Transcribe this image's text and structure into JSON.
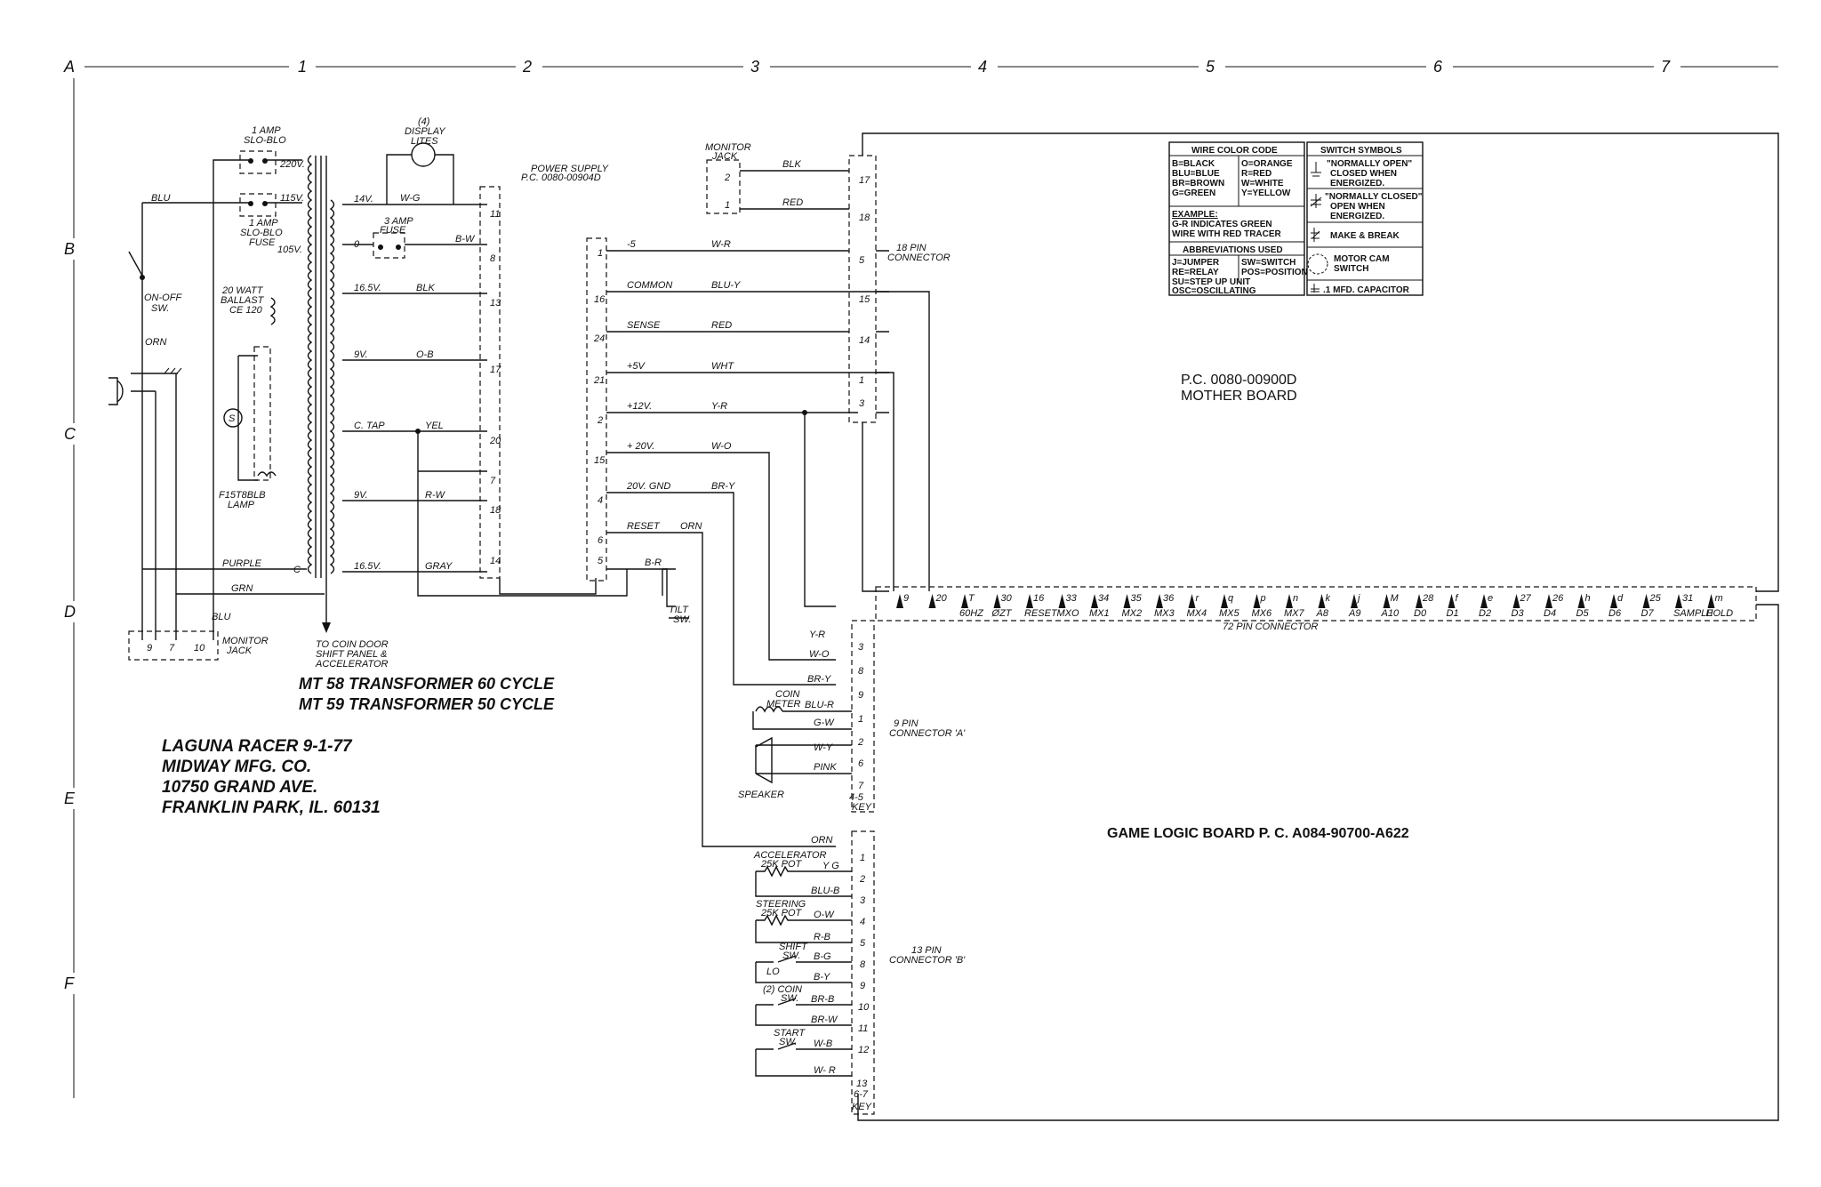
{
  "grid": {
    "columns": [
      "A",
      "1",
      "2",
      "3",
      "4",
      "5",
      "6",
      "7"
    ],
    "rows": [
      "B",
      "C",
      "D",
      "E",
      "F"
    ]
  },
  "credits": {
    "line1": "LAGUNA RACER      9-1-77",
    "line2": "MIDWAY MFG. CO.",
    "line3": "10750 GRAND AVE.",
    "line4": "FRANKLIN PARK, IL. 60131"
  },
  "transformer": {
    "line1": "MT 58  TRANSFORMER    60 CYCLE",
    "line2": "MT 59  TRANSFORMER    50 CYCLE",
    "taps": [
      "220V.",
      "115V.",
      "105V.",
      "14V.",
      "0",
      "16.5V.",
      "9V.",
      "C. TAP",
      "9V.",
      "16.5V.",
      "C"
    ],
    "coin_door_note": [
      "TO COIN DOOR",
      "SHIFT PANEL &",
      "ACCELERATOR"
    ]
  },
  "primary": {
    "fuse1": [
      "1 AMP",
      "SLO-BLO"
    ],
    "fuse2": [
      "1 AMP",
      "SLO-BLO",
      "FUSE"
    ],
    "fuse3": [
      "3 AMP",
      "FUSE"
    ],
    "display": [
      "(4)",
      "DISPLAY",
      "LITES"
    ],
    "switch": [
      "ON-OFF",
      "SW."
    ],
    "ballast": [
      "20 WATT",
      "BALLAST",
      "CE 120"
    ],
    "lamp": [
      "F15T8BLB",
      "LAMP"
    ],
    "wires": [
      "BLU",
      "ORN",
      "PURPLE",
      "GRN",
      "BLU"
    ],
    "starter": "S",
    "monitor_jack": [
      "MONITOR",
      "JACK"
    ],
    "monitor_jack_pins": [
      "9",
      "7",
      "10"
    ]
  },
  "power_supply": {
    "label": [
      "POWER SUPPLY",
      "P.C. 0080-00904D"
    ],
    "left_pins": [
      "11",
      "8",
      "13",
      "17",
      "20",
      "7",
      "18",
      "14"
    ],
    "right_pins": [
      "1",
      "16",
      "24",
      "21",
      "2",
      "15",
      "4",
      "6",
      "5"
    ],
    "wires_in": [
      "W-G",
      "B-W",
      "BLK",
      "O-B",
      "YEL",
      "R-W",
      "GRAY"
    ],
    "signals": [
      "-5",
      "COMMON",
      "SENSE",
      "+5V",
      "+12V.",
      "+ 20V.",
      "20V. GND",
      "RESET"
    ],
    "signal_wires": [
      "W-R",
      "BLU-Y",
      "RED",
      "WHT",
      "Y-R",
      "W-O",
      "BR-Y",
      "ORN",
      "B-R"
    ]
  },
  "monitor": {
    "jack": [
      "MONITOR",
      "JACK"
    ],
    "pins": [
      "2",
      "1"
    ],
    "wires": [
      "BLK",
      "RED"
    ],
    "tilt": [
      "TILT",
      "SW."
    ]
  },
  "connector18": {
    "label": [
      "18 PIN",
      "CONNECTOR"
    ],
    "pins": [
      "17",
      "18",
      "5",
      "15",
      "14",
      "1",
      "3"
    ]
  },
  "connector72": {
    "label": "72 PIN CONNECTOR",
    "pins": [
      "9",
      "20",
      "T",
      "30",
      "16",
      "33",
      "34",
      "35",
      "36",
      "r",
      "q",
      "p",
      "n",
      "k",
      "j",
      "M",
      "28",
      "f",
      "e",
      "27",
      "26",
      "h",
      "d",
      "25",
      "31",
      "m"
    ],
    "signals": [
      "60HZ",
      "ØZT",
      "RESET",
      "MXO",
      "MX1",
      "MX2",
      "MX3",
      "MX4",
      "MX5",
      "MX6",
      "MX7",
      "A8",
      "A9",
      "A10",
      "D0",
      "D1",
      "D2",
      "D3",
      "D4",
      "D5",
      "D6",
      "D7",
      "SAMPLE",
      "HOLD"
    ]
  },
  "connectorA": {
    "label": [
      "9 PIN",
      "CONNECTOR 'A'"
    ],
    "pins": [
      "3",
      "8",
      "9",
      "1",
      "2",
      "6",
      "7",
      "4-5",
      "KEY"
    ],
    "wires": [
      "Y-R",
      "W-O",
      "BR-Y",
      "BLU-R",
      "G-W",
      "W-Y",
      "PINK"
    ],
    "coin_meter": [
      "COIN",
      "METER"
    ],
    "speaker": "SPEAKER"
  },
  "connectorB": {
    "label": [
      "13 PIN",
      "CONNECTOR 'B'"
    ],
    "pins": [
      "1",
      "2",
      "3",
      "4",
      "5",
      "8",
      "9",
      "10",
      "11",
      "12",
      "13",
      "6-7",
      "KEY"
    ],
    "wires": [
      "ORN",
      "Y G",
      "BLU-B",
      "O-W",
      "R-B",
      "B-G",
      "B-Y",
      "BR-B",
      "BR-W",
      "W-B",
      "W- R"
    ],
    "accelerator": [
      "ACCELERATOR",
      "25K POT"
    ],
    "steering": [
      "STEERING",
      "25K POT"
    ],
    "shift": [
      "SHIFT",
      "SW."
    ],
    "lo": "LO",
    "coin_sw": [
      "(2) COIN",
      "SW."
    ],
    "start": [
      "START",
      "SW."
    ]
  },
  "mother_board": [
    "P.C. 0080-00900D",
    "MOTHER BOARD"
  ],
  "game_logic": "GAME LOGIC BOARD  P. C.   A084-90700-A622",
  "legend": {
    "color_title": "WIRE COLOR CODE",
    "colors_left": [
      "B=BLACK",
      "BLU=BLUE",
      "BR=BROWN",
      "G=GREEN"
    ],
    "colors_right": [
      "O=ORANGE",
      "R=RED",
      "W=WHITE",
      "Y=YELLOW"
    ],
    "example": [
      "EXAMPLE:",
      "G-R  INDICATES GREEN",
      "WIRE WITH RED TRACER"
    ],
    "abbr_title": "ABBREVIATIONS  USED",
    "abbr_left": [
      "J=JUMPER",
      "RE=RELAY",
      "SU=STEP UP  UNIT",
      "OSC=OSCILLATING"
    ],
    "abbr_right": [
      "SW=SWITCH",
      "POS=POSITION"
    ],
    "switch_title": "SWITCH SYMBOLS",
    "no": [
      "\"NORMALLY OPEN\"",
      "CLOSED WHEN",
      "ENERGIZED."
    ],
    "nc": [
      "\"NORMALLY CLOSED\"",
      "OPEN WHEN",
      "ENERGIZED."
    ],
    "mb": "MAKE & BREAK",
    "cam": [
      "MOTOR CAM",
      "SWITCH"
    ],
    "cap": ".1 MFD. CAPACITOR"
  }
}
